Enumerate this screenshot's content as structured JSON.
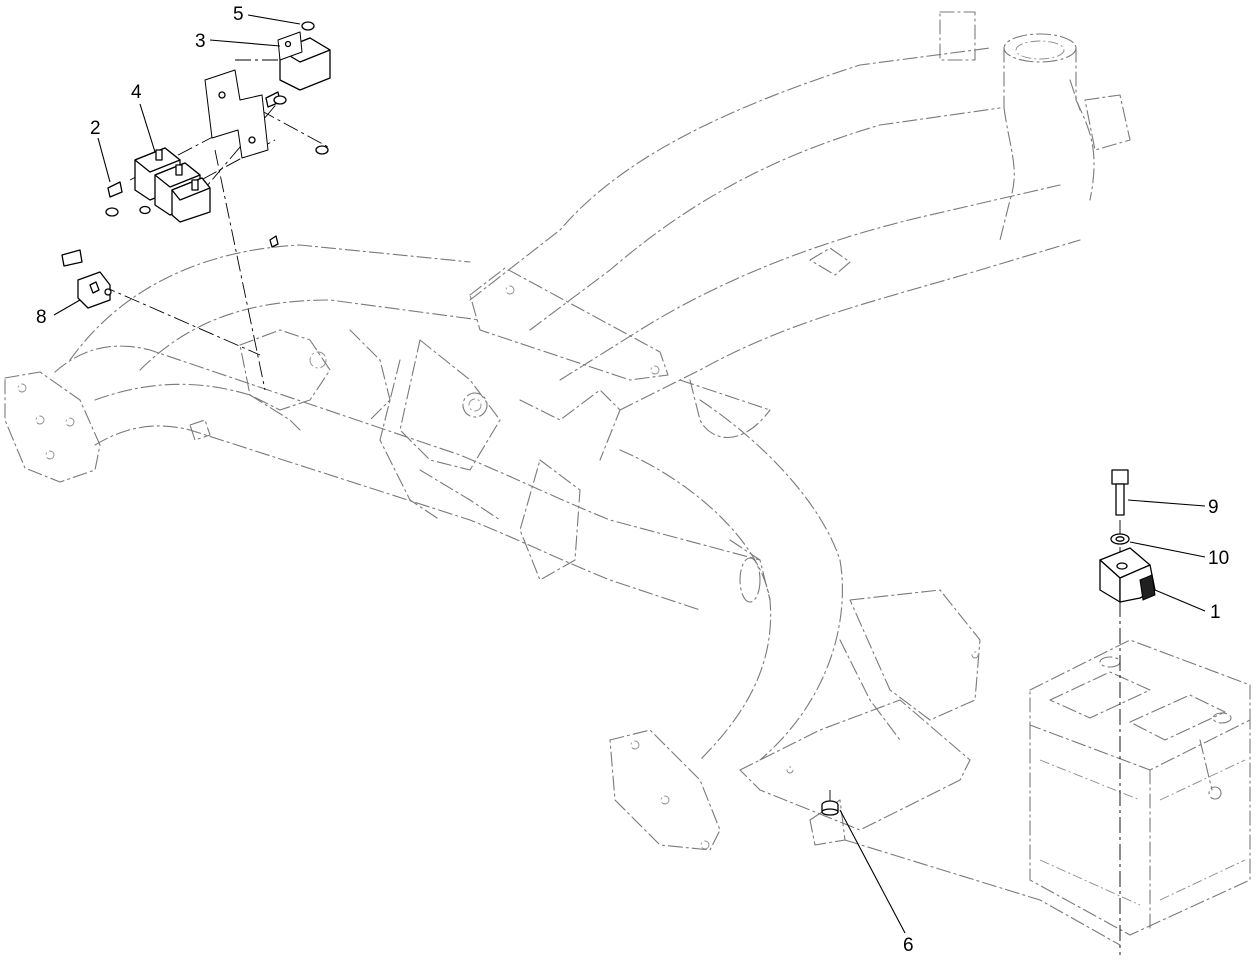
{
  "callouts": [
    {
      "id": "1",
      "label": "1"
    },
    {
      "id": "2",
      "label": "2"
    },
    {
      "id": "3",
      "label": "3"
    },
    {
      "id": "4",
      "label": "4"
    },
    {
      "id": "5",
      "label": "5"
    },
    {
      "id": "6",
      "label": "6"
    },
    {
      "id": "8",
      "label": "8"
    },
    {
      "id": "9",
      "label": "9"
    },
    {
      "id": "10",
      "label": "10"
    }
  ]
}
